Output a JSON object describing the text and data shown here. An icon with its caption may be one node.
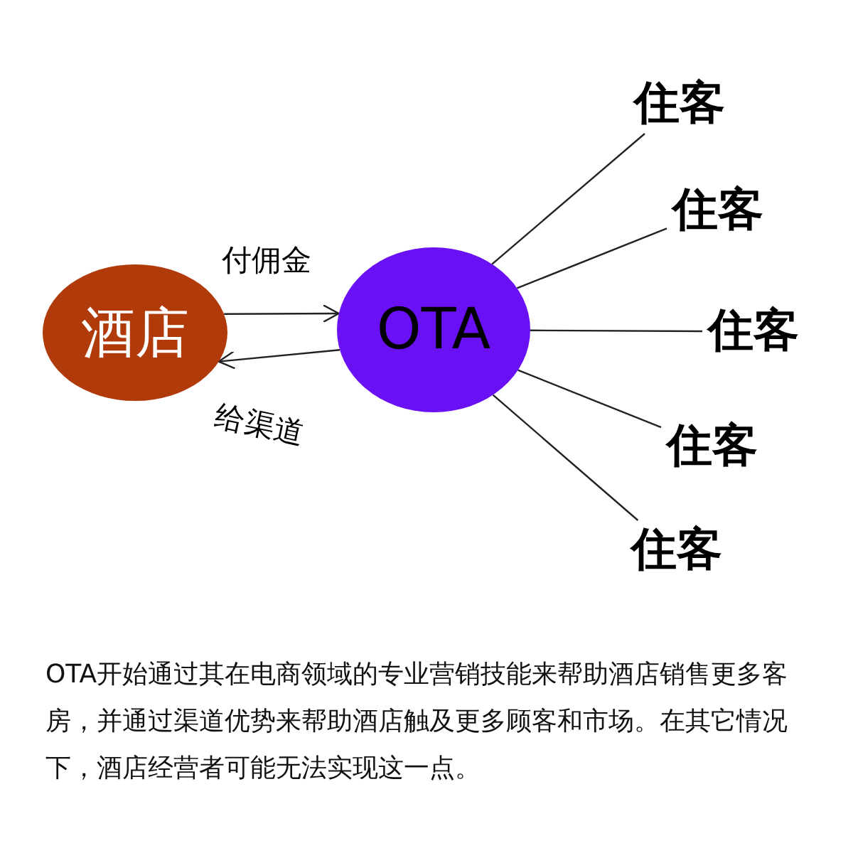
{
  "diagram": {
    "caption": "OTA开始通过其在电商领域的专业营销技能来帮助酒店销售更多客房，并通过渠道优势来帮助酒店触及更多顾客和市场。在其它情况下，酒店经营者可能无法实现这一点。",
    "nodes": [
      {
        "text": [
          "酒店"
        ]
      },
      {
        "text": [
          "OTA"
        ]
      },
      {
        "text": [
          "住客"
        ]
      },
      {
        "text": [
          "住客"
        ]
      },
      {
        "text": [
          "住客"
        ]
      },
      {
        "text": [
          "住客"
        ]
      },
      {
        "text": [
          "住客"
        ]
      }
    ],
    "edges": [
      {
        "from": 0,
        "to": 1,
        "arrow": "to",
        "label": "付佣金"
      },
      {
        "from": 1,
        "to": 0,
        "arrow": "to",
        "label": "给渠道"
      },
      {
        "from": 1,
        "to": 2,
        "arrow": "none"
      },
      {
        "from": 1,
        "to": 3,
        "arrow": "none"
      },
      {
        "from": 1,
        "to": 4,
        "arrow": "none"
      },
      {
        "from": 1,
        "to": 5,
        "arrow": "none"
      },
      {
        "from": 1,
        "to": 6,
        "arrow": "none"
      }
    ]
  }
}
